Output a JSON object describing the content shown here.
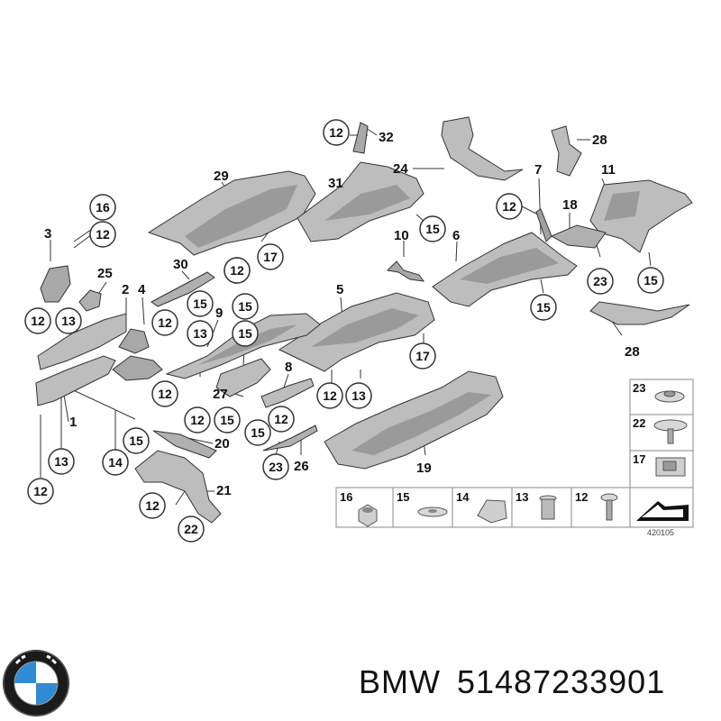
{
  "callouts": [
    {
      "label": "12"
    },
    {
      "label": "16"
    },
    {
      "label": "12"
    },
    {
      "label": "12"
    },
    {
      "label": "13"
    },
    {
      "label": "12"
    },
    {
      "label": "15"
    },
    {
      "label": "15"
    },
    {
      "label": "13"
    },
    {
      "label": "12"
    },
    {
      "label": "15"
    },
    {
      "label": "12"
    },
    {
      "label": "17"
    },
    {
      "label": "15"
    },
    {
      "label": "12"
    },
    {
      "label": "15"
    },
    {
      "label": "13"
    },
    {
      "label": "17"
    },
    {
      "label": "12"
    },
    {
      "label": "12"
    },
    {
      "label": "15"
    },
    {
      "label": "12"
    },
    {
      "label": "15"
    },
    {
      "label": "23"
    },
    {
      "label": "15"
    },
    {
      "label": "13"
    },
    {
      "label": "14"
    },
    {
      "label": "12"
    },
    {
      "label": "12"
    },
    {
      "label": "22"
    },
    {
      "label": "12"
    },
    {
      "label": "13"
    },
    {
      "label": "12"
    },
    {
      "label": "15"
    },
    {
      "label": "23"
    }
  ],
  "part_numbers": [
    {
      "label": "32"
    },
    {
      "label": "28"
    },
    {
      "label": "24"
    },
    {
      "label": "7"
    },
    {
      "label": "11"
    },
    {
      "label": "29"
    },
    {
      "label": "31"
    },
    {
      "label": "18"
    },
    {
      "label": "3"
    },
    {
      "label": "10"
    },
    {
      "label": "6"
    },
    {
      "label": "25"
    },
    {
      "label": "30"
    },
    {
      "label": "2"
    },
    {
      "label": "4"
    },
    {
      "label": "9"
    },
    {
      "label": "5"
    },
    {
      "label": "28"
    },
    {
      "label": "27"
    },
    {
      "label": "8"
    },
    {
      "label": "1"
    },
    {
      "label": "20"
    },
    {
      "label": "26"
    },
    {
      "label": "19"
    },
    {
      "label": "21"
    }
  ],
  "fastener_legend": [
    {
      "label": "23"
    },
    {
      "label": "22"
    },
    {
      "label": "17"
    },
    {
      "label": "16"
    },
    {
      "label": "15"
    },
    {
      "label": "14"
    },
    {
      "label": "13"
    },
    {
      "label": "12"
    }
  ],
  "diagram_id": "420105",
  "caption": {
    "brand": "BMW",
    "part_number": "51487233901"
  },
  "colors": {
    "part_fill": "#bdbdbd",
    "part_shade": "#8f8f8f",
    "outline": "#333333",
    "callout_fill": "#ffffff",
    "logo_blue": "#2f8bd3",
    "logo_ring": "#1b1b1b"
  },
  "icons": [
    "bmw-roundel-logo",
    "arrow-icon"
  ]
}
